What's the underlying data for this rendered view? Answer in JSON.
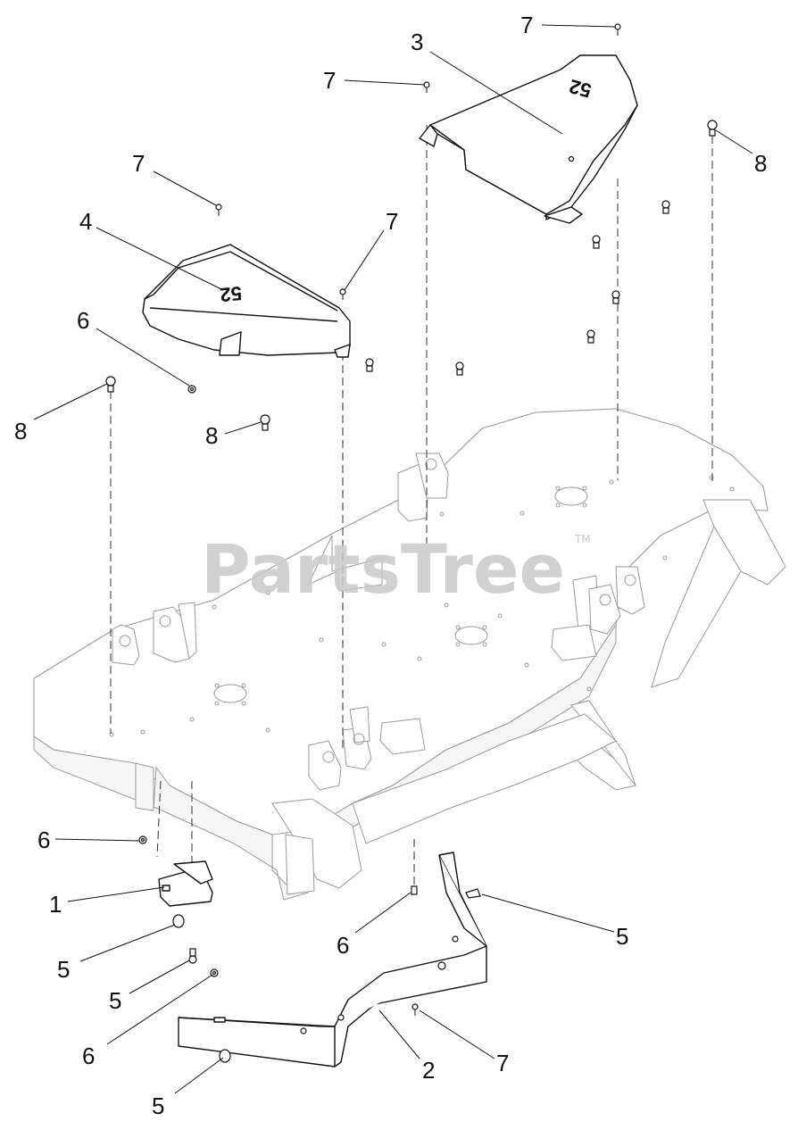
{
  "watermark": {
    "text": "PartsTree",
    "trademark": "TM"
  },
  "embossed_marks": {
    "cover_left": "52",
    "cover_right": "52"
  },
  "callouts": [
    {
      "id": "c-7-top",
      "label": "7"
    },
    {
      "id": "c-3",
      "label": "3"
    },
    {
      "id": "c-7-right-cover",
      "label": "7"
    },
    {
      "id": "c-8-right",
      "label": "8"
    },
    {
      "id": "c-7-upper-left",
      "label": "7"
    },
    {
      "id": "c-4",
      "label": "4"
    },
    {
      "id": "c-7-left-cover",
      "label": "7"
    },
    {
      "id": "c-6-left",
      "label": "6"
    },
    {
      "id": "c-8-left",
      "label": "8"
    },
    {
      "id": "c-8-mid",
      "label": "8"
    },
    {
      "id": "c-6-lower-left",
      "label": "6"
    },
    {
      "id": "c-1",
      "label": "1"
    },
    {
      "id": "c-5-a",
      "label": "5"
    },
    {
      "id": "c-5-b",
      "label": "5"
    },
    {
      "id": "c-6-bottom",
      "label": "6"
    },
    {
      "id": "c-5-c",
      "label": "5"
    },
    {
      "id": "c-6-mid",
      "label": "6"
    },
    {
      "id": "c-5-right",
      "label": "5"
    },
    {
      "id": "c-2",
      "label": "2"
    },
    {
      "id": "c-7-bottom",
      "label": "7"
    }
  ]
}
